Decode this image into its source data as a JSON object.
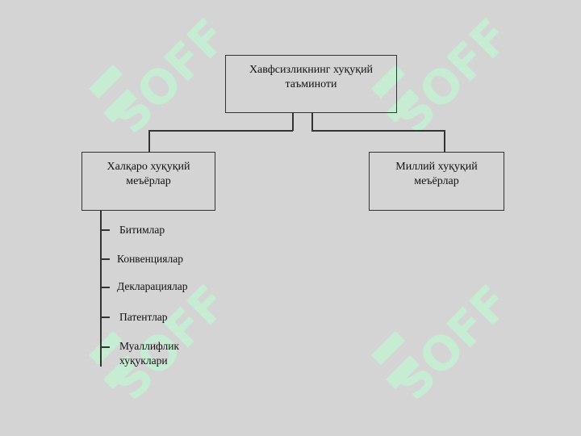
{
  "diagram": {
    "root": "Хавфсизликнинг хуқуқий таъминоти",
    "left": "Халқаро хуқуқий меъёрлар",
    "right": "Миллий хуқуқий меъёрлар",
    "items": [
      "Битимлар",
      "Конвенциялар",
      "Декларациялар",
      "Патентлар",
      "Муаллифлик хуқуклари"
    ]
  },
  "watermark": {
    "text": "SOFF",
    "color": "#c3ead0"
  }
}
